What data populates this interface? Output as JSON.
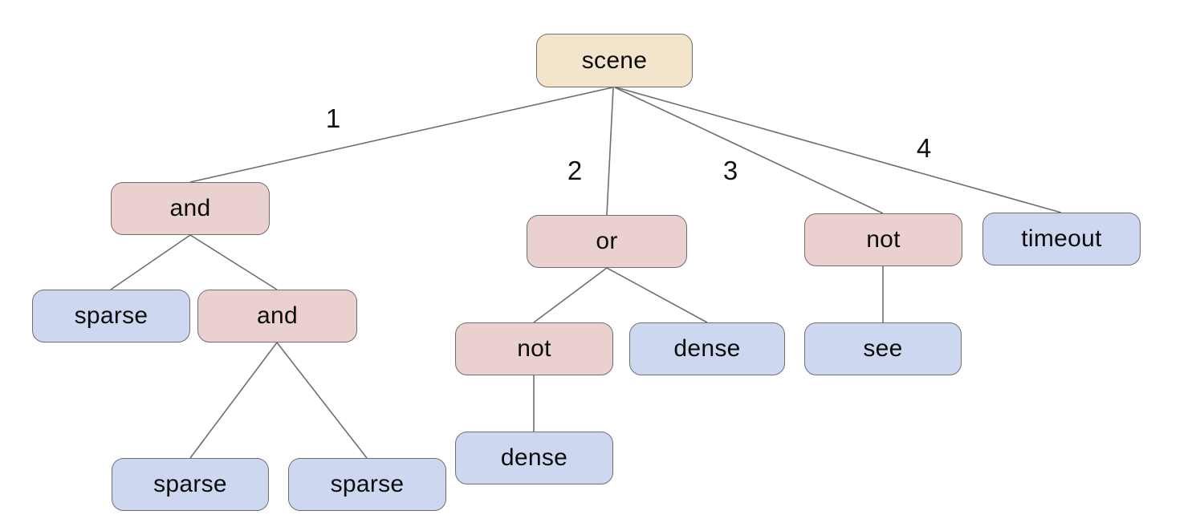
{
  "diagram": {
    "type": "tree",
    "background": "#ffffff",
    "colors": {
      "root_fill": "#f3e5cc",
      "operator_fill": "#ead1cf",
      "leaf_fill": "#cdd7f0",
      "node_border": "#6f6f6f",
      "edge_line": "#6e6e6e",
      "text": "#0c0c0c"
    },
    "nodes": [
      {
        "id": "scene",
        "label": "scene",
        "kind": "root"
      },
      {
        "id": "and1",
        "label": "and",
        "kind": "operator"
      },
      {
        "id": "or",
        "label": "or",
        "kind": "operator"
      },
      {
        "id": "not1",
        "label": "not",
        "kind": "operator"
      },
      {
        "id": "timeout",
        "label": "timeout",
        "kind": "leaf"
      },
      {
        "id": "sparse1",
        "label": "sparse",
        "kind": "leaf"
      },
      {
        "id": "and2",
        "label": "and",
        "kind": "operator"
      },
      {
        "id": "not2",
        "label": "not",
        "kind": "operator"
      },
      {
        "id": "dense1",
        "label": "dense",
        "kind": "leaf"
      },
      {
        "id": "see",
        "label": "see",
        "kind": "leaf"
      },
      {
        "id": "sparse2",
        "label": "sparse",
        "kind": "leaf"
      },
      {
        "id": "sparse3",
        "label": "sparse",
        "kind": "leaf"
      },
      {
        "id": "dense2",
        "label": "dense",
        "kind": "leaf"
      }
    ],
    "edges": [
      {
        "from": "scene",
        "to": "and1",
        "label": "1"
      },
      {
        "from": "scene",
        "to": "or",
        "label": "2"
      },
      {
        "from": "scene",
        "to": "not1",
        "label": "3"
      },
      {
        "from": "scene",
        "to": "timeout",
        "label": "4"
      },
      {
        "from": "and1",
        "to": "sparse1",
        "label": ""
      },
      {
        "from": "and1",
        "to": "and2",
        "label": ""
      },
      {
        "from": "and2",
        "to": "sparse2",
        "label": ""
      },
      {
        "from": "and2",
        "to": "sparse3",
        "label": ""
      },
      {
        "from": "or",
        "to": "not2",
        "label": ""
      },
      {
        "from": "or",
        "to": "dense1",
        "label": ""
      },
      {
        "from": "not2",
        "to": "dense2",
        "label": ""
      },
      {
        "from": "not1",
        "to": "see",
        "label": ""
      }
    ]
  }
}
